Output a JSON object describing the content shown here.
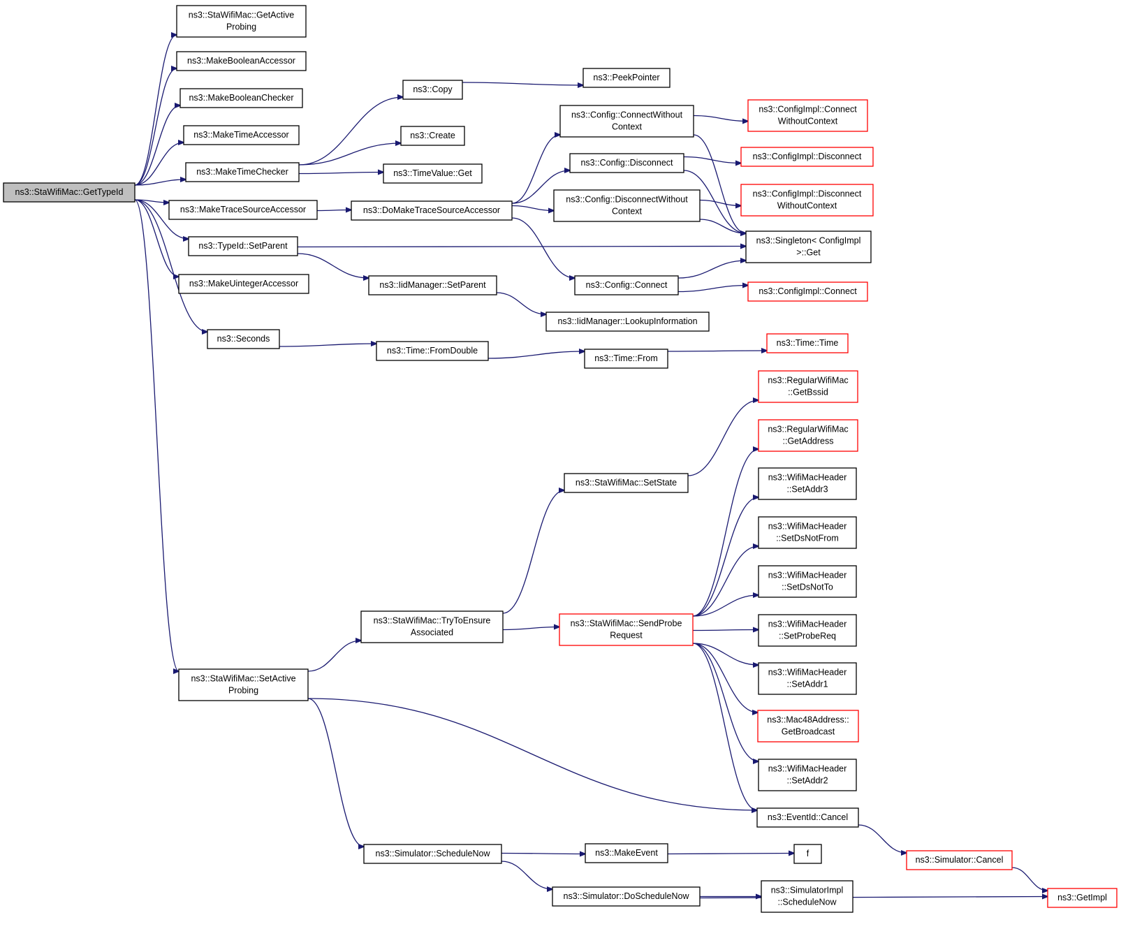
{
  "nodes": [
    {
      "id": "root",
      "lines": [
        "ns3::StaWifiMac::GetTypeId"
      ],
      "style": "root"
    },
    {
      "id": "getActiveProbing",
      "lines": [
        "ns3::StaWifiMac::GetActive",
        "Probing"
      ]
    },
    {
      "id": "makeBooleanAccessor",
      "lines": [
        "ns3::MakeBooleanAccessor"
      ]
    },
    {
      "id": "makeBooleanChecker",
      "lines": [
        "ns3::MakeBooleanChecker"
      ]
    },
    {
      "id": "makeTimeAccessor",
      "lines": [
        "ns3::MakeTimeAccessor"
      ]
    },
    {
      "id": "makeTimeChecker",
      "lines": [
        "ns3::MakeTimeChecker"
      ]
    },
    {
      "id": "makeTraceSourceAccessor",
      "lines": [
        "ns3::MakeTraceSourceAccessor"
      ]
    },
    {
      "id": "typeIdSetParent",
      "lines": [
        "ns3::TypeId::SetParent"
      ]
    },
    {
      "id": "makeUintegerAccessor",
      "lines": [
        "ns3::MakeUintegerAccessor"
      ]
    },
    {
      "id": "seconds",
      "lines": [
        "ns3::Seconds"
      ]
    },
    {
      "id": "setActiveProbing",
      "lines": [
        "ns3::StaWifiMac::SetActive",
        "Probing"
      ]
    },
    {
      "id": "copy",
      "lines": [
        "ns3::Copy"
      ]
    },
    {
      "id": "create",
      "lines": [
        "ns3::Create"
      ]
    },
    {
      "id": "timeValueGet",
      "lines": [
        "ns3::TimeValue::Get"
      ]
    },
    {
      "id": "doMakeTraceSourceAccessor",
      "lines": [
        "ns3::DoMakeTraceSourceAccessor"
      ]
    },
    {
      "id": "iidManagerSetParent",
      "lines": [
        "ns3::IidManager::SetParent"
      ]
    },
    {
      "id": "timeFromDouble",
      "lines": [
        "ns3::Time::FromDouble"
      ]
    },
    {
      "id": "tryToEnsureAssociated",
      "lines": [
        "ns3::StaWifiMac::TryToEnsure",
        "Associated"
      ]
    },
    {
      "id": "scheduleNow",
      "lines": [
        "ns3::Simulator::ScheduleNow"
      ]
    },
    {
      "id": "peekPointer",
      "lines": [
        "ns3::PeekPointer"
      ]
    },
    {
      "id": "configConnectWithoutContext",
      "lines": [
        "ns3::Config::ConnectWithout",
        "Context"
      ]
    },
    {
      "id": "configDisconnect",
      "lines": [
        "ns3::Config::Disconnect"
      ]
    },
    {
      "id": "configDisconnectWithoutContext",
      "lines": [
        "ns3::Config::DisconnectWithout",
        "Context"
      ]
    },
    {
      "id": "configConnect",
      "lines": [
        "ns3::Config::Connect"
      ]
    },
    {
      "id": "lookupInformation",
      "lines": [
        "ns3::IidManager::LookupInformation"
      ]
    },
    {
      "id": "timeFrom",
      "lines": [
        "ns3::Time::From"
      ]
    },
    {
      "id": "setState",
      "lines": [
        "ns3::StaWifiMac::SetState"
      ]
    },
    {
      "id": "sendProbeRequest",
      "lines": [
        "ns3::StaWifiMac::SendProbe",
        "Request"
      ],
      "style": "red"
    },
    {
      "id": "makeEvent",
      "lines": [
        "ns3::MakeEvent"
      ]
    },
    {
      "id": "doScheduleNow",
      "lines": [
        "ns3::Simulator::DoScheduleNow"
      ]
    },
    {
      "id": "configImplConnectWithoutContext",
      "lines": [
        "ns3::ConfigImpl::Connect",
        "WithoutContext"
      ],
      "style": "red"
    },
    {
      "id": "configImplDisconnect",
      "lines": [
        "ns3::ConfigImpl::Disconnect"
      ],
      "style": "red"
    },
    {
      "id": "configImplDisconnectWithoutContext",
      "lines": [
        "ns3::ConfigImpl::Disconnect",
        "WithoutContext"
      ],
      "style": "red"
    },
    {
      "id": "singletonGet",
      "lines": [
        "ns3::Singleton< ConfigImpl",
        " >::Get"
      ]
    },
    {
      "id": "configImplConnect",
      "lines": [
        "ns3::ConfigImpl::Connect"
      ],
      "style": "red"
    },
    {
      "id": "timeTime",
      "lines": [
        "ns3::Time::Time"
      ],
      "style": "red"
    },
    {
      "id": "getBssid",
      "lines": [
        "ns3::RegularWifiMac",
        "::GetBssid"
      ],
      "style": "red"
    },
    {
      "id": "getAddress",
      "lines": [
        "ns3::RegularWifiMac",
        "::GetAddress"
      ],
      "style": "red"
    },
    {
      "id": "setAddr3",
      "lines": [
        "ns3::WifiMacHeader",
        "::SetAddr3"
      ]
    },
    {
      "id": "setDsNotFrom",
      "lines": [
        "ns3::WifiMacHeader",
        "::SetDsNotFrom"
      ]
    },
    {
      "id": "setDsNotTo",
      "lines": [
        "ns3::WifiMacHeader",
        "::SetDsNotTo"
      ]
    },
    {
      "id": "setProbeReq",
      "lines": [
        "ns3::WifiMacHeader",
        "::SetProbeReq"
      ]
    },
    {
      "id": "setAddr1",
      "lines": [
        "ns3::WifiMacHeader",
        "::SetAddr1"
      ]
    },
    {
      "id": "getBroadcast",
      "lines": [
        "ns3::Mac48Address::",
        "GetBroadcast"
      ],
      "style": "red"
    },
    {
      "id": "setAddr2",
      "lines": [
        "ns3::WifiMacHeader",
        "::SetAddr2"
      ]
    },
    {
      "id": "eventIdCancel",
      "lines": [
        "ns3::EventId::Cancel"
      ]
    },
    {
      "id": "f",
      "lines": [
        "f"
      ]
    },
    {
      "id": "simulatorImplScheduleNow",
      "lines": [
        "ns3::SimulatorImpl",
        "::ScheduleNow"
      ]
    },
    {
      "id": "simulatorCancel",
      "lines": [
        "ns3::Simulator::Cancel"
      ],
      "style": "red"
    },
    {
      "id": "getImpl",
      "lines": [
        "ns3::GetImpl"
      ],
      "style": "red"
    }
  ],
  "edges": [
    [
      "root",
      "getActiveProbing"
    ],
    [
      "root",
      "makeBooleanAccessor"
    ],
    [
      "root",
      "makeBooleanChecker"
    ],
    [
      "root",
      "makeTimeAccessor"
    ],
    [
      "root",
      "makeTimeChecker"
    ],
    [
      "root",
      "makeTraceSourceAccessor"
    ],
    [
      "root",
      "typeIdSetParent"
    ],
    [
      "root",
      "makeUintegerAccessor"
    ],
    [
      "root",
      "seconds"
    ],
    [
      "root",
      "setActiveProbing"
    ],
    [
      "makeTimeChecker",
      "copy"
    ],
    [
      "makeTimeChecker",
      "create"
    ],
    [
      "makeTimeChecker",
      "timeValueGet"
    ],
    [
      "copy",
      "peekPointer"
    ],
    [
      "makeTraceSourceAccessor",
      "doMakeTraceSourceAccessor"
    ],
    [
      "doMakeTraceSourceAccessor",
      "configConnectWithoutContext"
    ],
    [
      "doMakeTraceSourceAccessor",
      "configDisconnect"
    ],
    [
      "doMakeTraceSourceAccessor",
      "configDisconnectWithoutContext"
    ],
    [
      "doMakeTraceSourceAccessor",
      "configConnect"
    ],
    [
      "configConnectWithoutContext",
      "configImplConnectWithoutContext"
    ],
    [
      "configConnectWithoutContext",
      "singletonGet"
    ],
    [
      "configDisconnect",
      "configImplDisconnect"
    ],
    [
      "configDisconnect",
      "singletonGet"
    ],
    [
      "configDisconnectWithoutContext",
      "configImplDisconnectWithoutContext"
    ],
    [
      "configDisconnectWithoutContext",
      "singletonGet"
    ],
    [
      "configConnect",
      "singletonGet"
    ],
    [
      "configConnect",
      "configImplConnect"
    ],
    [
      "typeIdSetParent",
      "singletonGet"
    ],
    [
      "typeIdSetParent",
      "iidManagerSetParent"
    ],
    [
      "iidManagerSetParent",
      "lookupInformation"
    ],
    [
      "seconds",
      "timeFromDouble"
    ],
    [
      "timeFromDouble",
      "timeFrom"
    ],
    [
      "timeFrom",
      "timeTime"
    ],
    [
      "setActiveProbing",
      "tryToEnsureAssociated"
    ],
    [
      "setActiveProbing",
      "eventIdCancel"
    ],
    [
      "setActiveProbing",
      "scheduleNow"
    ],
    [
      "tryToEnsureAssociated",
      "setState"
    ],
    [
      "tryToEnsureAssociated",
      "sendProbeRequest"
    ],
    [
      "setState",
      "getBssid"
    ],
    [
      "sendProbeRequest",
      "getAddress"
    ],
    [
      "sendProbeRequest",
      "setAddr3"
    ],
    [
      "sendProbeRequest",
      "setDsNotFrom"
    ],
    [
      "sendProbeRequest",
      "setDsNotTo"
    ],
    [
      "sendProbeRequest",
      "setProbeReq"
    ],
    [
      "sendProbeRequest",
      "setAddr1"
    ],
    [
      "sendProbeRequest",
      "getBroadcast"
    ],
    [
      "sendProbeRequest",
      "setAddr2"
    ],
    [
      "sendProbeRequest",
      "eventIdCancel"
    ],
    [
      "eventIdCancel",
      "simulatorCancel"
    ],
    [
      "simulatorCancel",
      "getImpl"
    ],
    [
      "scheduleNow",
      "makeEvent"
    ],
    [
      "scheduleNow",
      "doScheduleNow"
    ],
    [
      "makeEvent",
      "f"
    ],
    [
      "doScheduleNow",
      "simulatorImplScheduleNow"
    ],
    [
      "doScheduleNow",
      "getImpl"
    ]
  ]
}
